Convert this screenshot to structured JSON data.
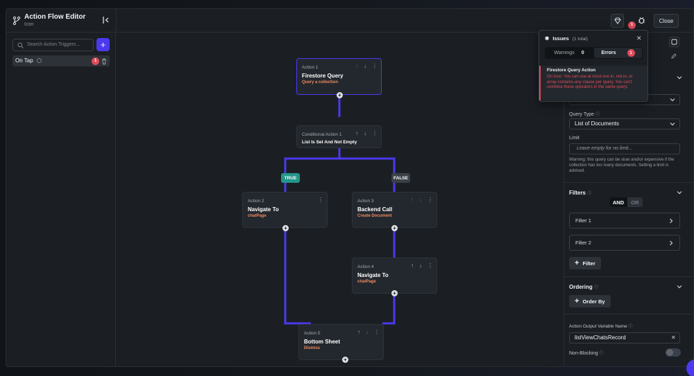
{
  "window": {
    "title": "Action Flow Editor",
    "subtitle": "Icon",
    "close_label": "Close",
    "issues_count": "1"
  },
  "left": {
    "search_placeholder": "Search Action Triggers...",
    "trigger": {
      "label": "On Tap",
      "badge": "1"
    }
  },
  "flow": {
    "nodes": [
      {
        "label": "Action 1",
        "name": "Firestore Query",
        "sub": "Query a collection"
      },
      {
        "label": "Conditional Action 1",
        "name": "List Is Set And Not Empty",
        "sub": ""
      },
      {
        "label": "Action 2",
        "name": "Navigate To",
        "sub": "chatPage"
      },
      {
        "label": "Action 3",
        "name": "Backend Call",
        "sub": "Create Document"
      },
      {
        "label": "Action 4",
        "name": "Navigate To",
        "sub": "chatPage"
      },
      {
        "label": "Action 5",
        "name": "Bottom Sheet",
        "sub": "Dismiss"
      }
    ],
    "true_label": "TRUE",
    "false_label": "FALSE"
  },
  "issues": {
    "title": "Issues",
    "total": "(1 total)",
    "tab_warnings": "Warnings",
    "warnings_count": "0",
    "tab_errors": "Errors",
    "errors_count": "1",
    "error_title": "Firestore Query Action",
    "error_text": "On Icon: You can use at most one in, not-in, or array-contains-any clause per query. You can't combine these operators in the same query."
  },
  "right": {
    "query_type_label": "Query Type",
    "query_type_value": "List of Documents",
    "limit_label": "Limit",
    "limit_placeholder": "Leave empty for no limit...",
    "limit_warning": "Warning: this query can be slow and/or expensive if the collection has too many documents. Setting a limit is advised.",
    "filters_label": "Filters",
    "and_label": "AND",
    "or_label": "OR",
    "filter1": "Filter 1",
    "filter2": "Filter 2",
    "add_filter": "Filter",
    "ordering_label": "Ordering",
    "order_by": "Order By",
    "output_var_label": "Action Output Variable Name",
    "output_var_value": "listViewChatsRecord",
    "non_blocking_label": "Non-Blocking",
    "non_blocking": false
  },
  "colors": {
    "accent": "#4b39ef",
    "error": "#e14b5a",
    "sub_orange": "#ee8b60",
    "true_green": "#249689",
    "false_gray": "#3a4047"
  },
  "icons": [
    "flow-icon",
    "collapse-panel-icon",
    "diamond-gem-icon",
    "bug-icon",
    "search-icon",
    "plus-icon",
    "info-icon",
    "trash-icon",
    "arrow-up-icon",
    "arrow-down-icon",
    "more-vert-icon",
    "close-icon",
    "chevron-down-icon",
    "chevron-right-icon",
    "edit-icon",
    "doc-settings-icon"
  ]
}
